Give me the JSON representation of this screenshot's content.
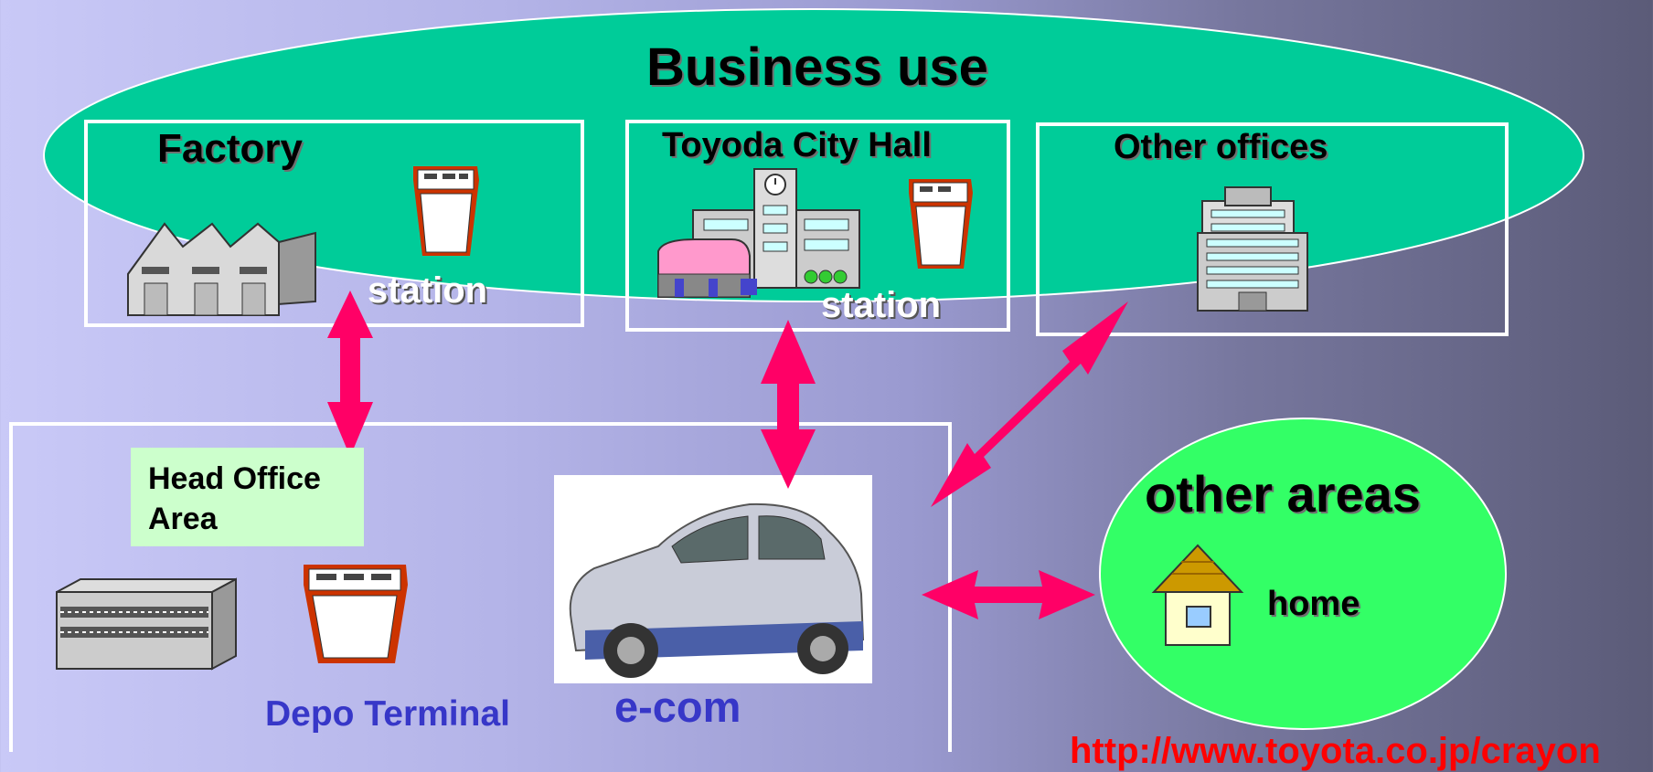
{
  "business": {
    "title": "Business use"
  },
  "factory": {
    "title": "Factory",
    "station_label": "station"
  },
  "city_hall": {
    "title": "Toyoda City Hall",
    "station_label": "station"
  },
  "other_offices": {
    "title": "Other offices"
  },
  "head_office": {
    "line1": "Head Office",
    "line2": "Area"
  },
  "depo": {
    "label": "Depo Terminal"
  },
  "ecom": {
    "label": "e-com"
  },
  "other_areas": {
    "title": "other areas",
    "home_label": "home"
  },
  "url": {
    "text": "http://www.toyota.co.jp/crayon"
  },
  "colors": {
    "ellipse": "#00cc99",
    "arrow": "#ff0066",
    "green_ellipse": "#33ff66",
    "label_bg": "#ccffcc",
    "blue_text": "#3737c8",
    "url_red": "#ff0000"
  }
}
